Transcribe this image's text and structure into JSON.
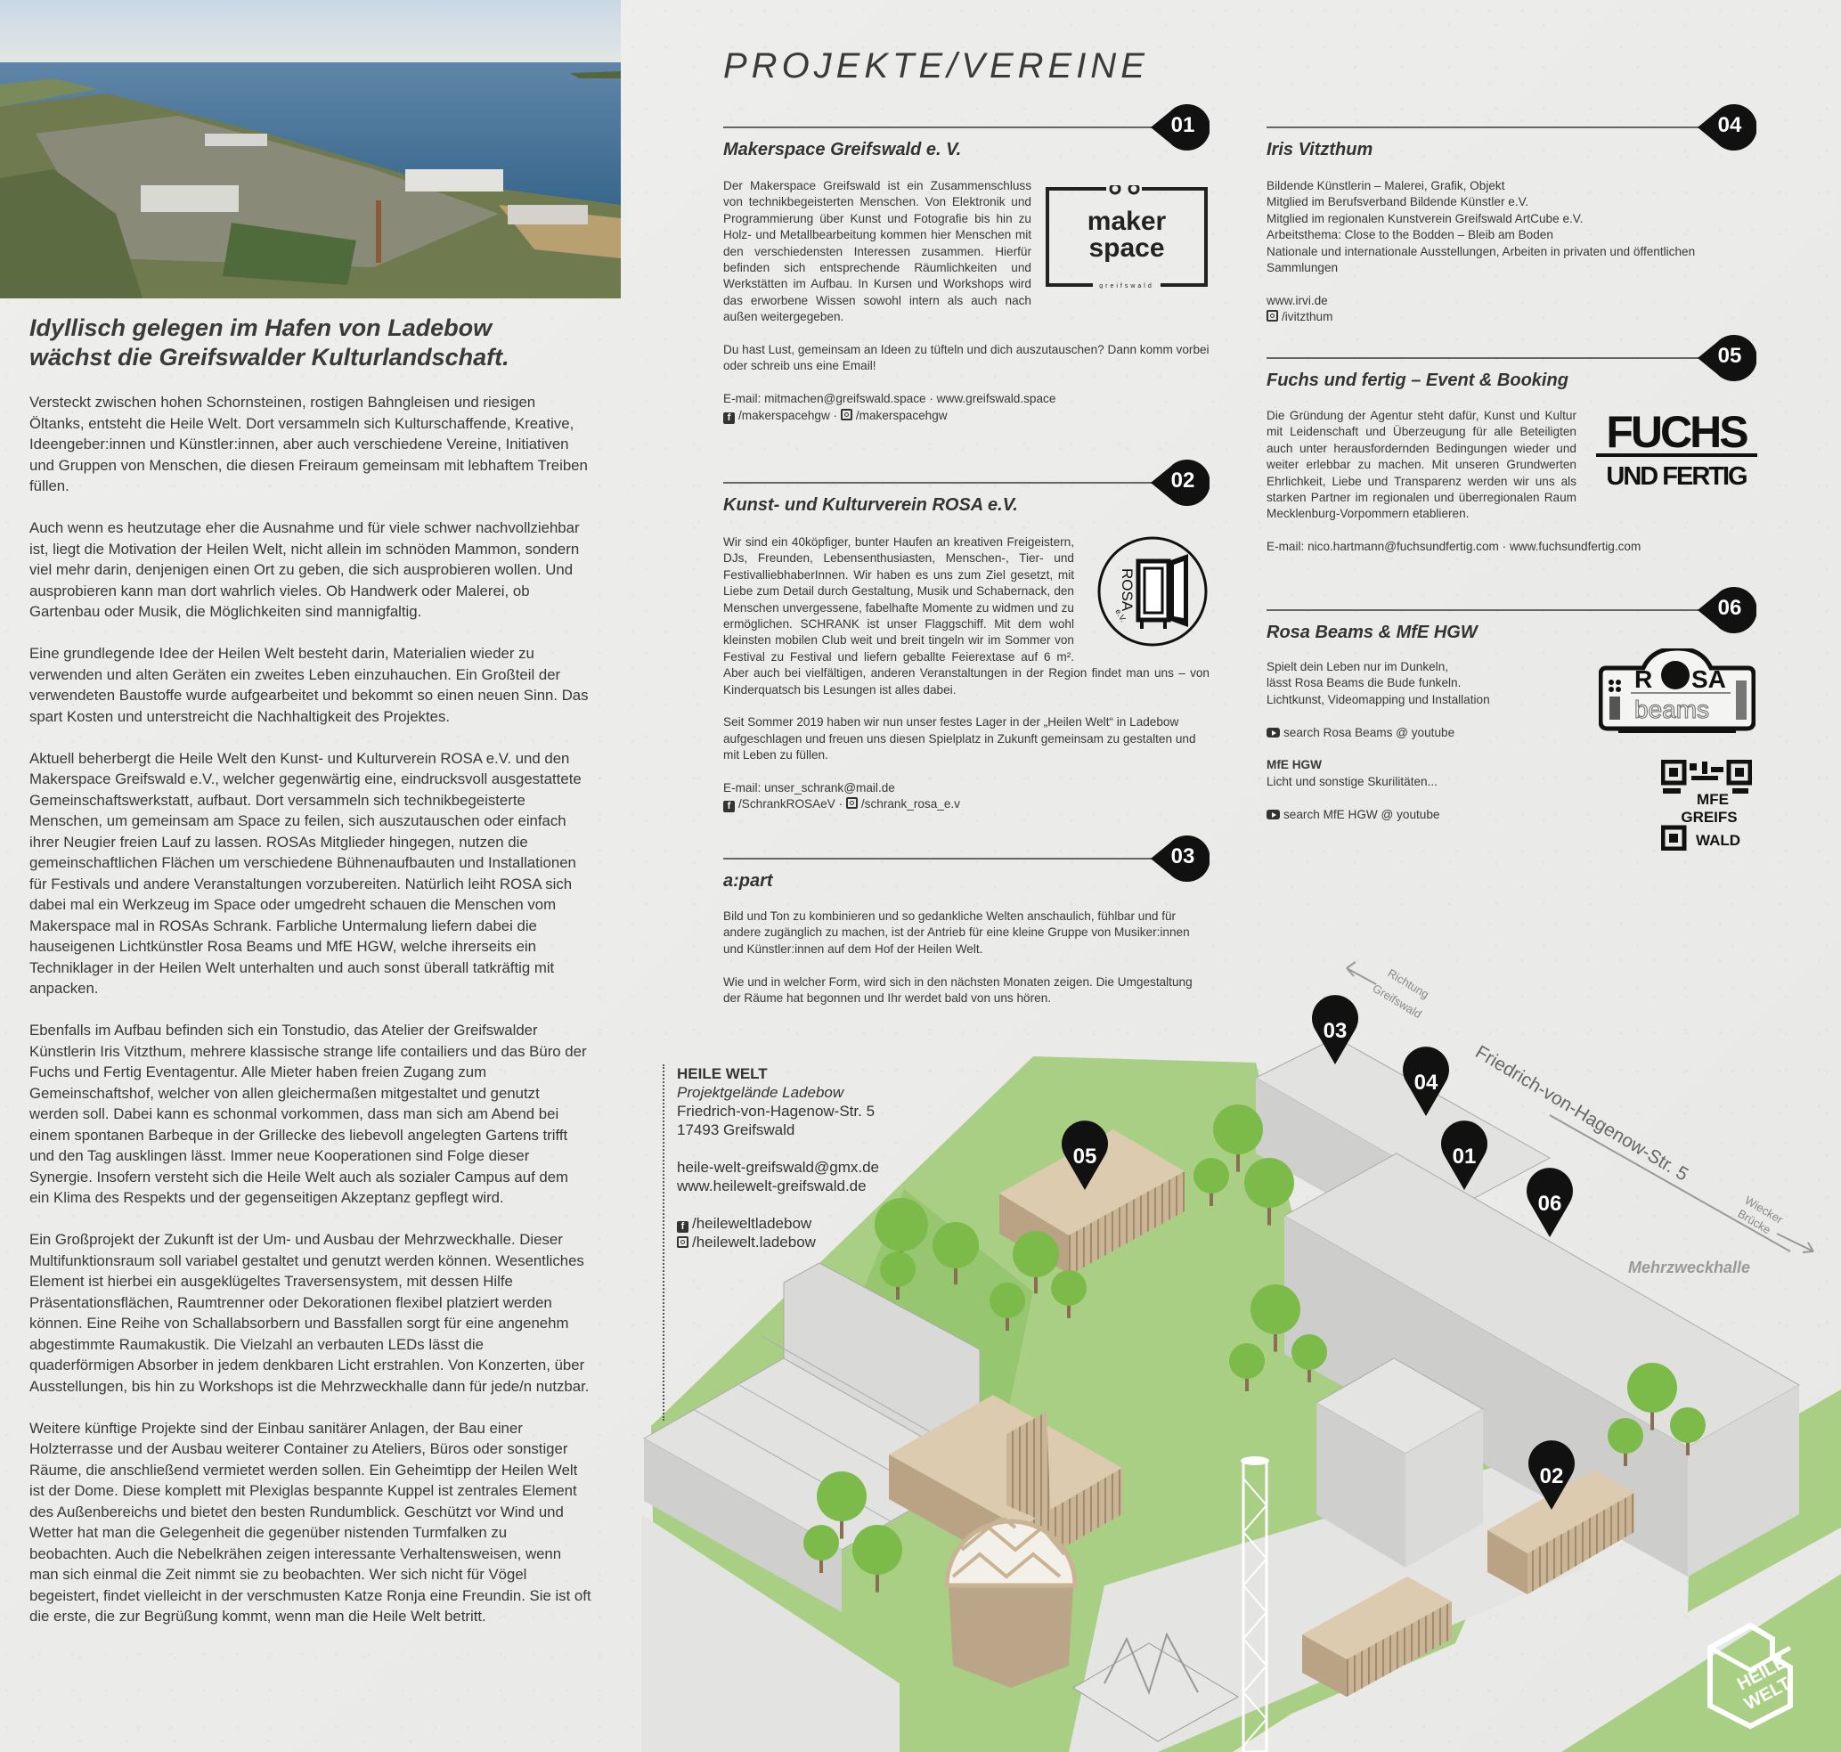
{
  "intro": {
    "headline_line1": "Idyllisch gelegen im Hafen von Ladebow",
    "headline_line2": "wächst die Greifswalder Kulturlandschaft.",
    "paragraphs": [
      "Versteckt zwischen hohen Schornsteinen, rostigen Bahngleisen und riesigen Öltanks, entsteht die Heile Welt. Dort versammeln sich Kulturschaffende, Kreative, Ideengeber:innen und Künstler:innen, aber auch verschiedene Vereine, Initiativen und Gruppen von Menschen, die diesen Freiraum gemeinsam mit lebhaftem Treiben füllen.",
      "Auch wenn es heutzutage eher die Ausnahme und für viele schwer nachvollziehbar ist, liegt die Motivation der Heilen Welt, nicht allein im schnöden Mammon, sondern viel mehr darin, denjenigen einen Ort zu geben, die sich ausprobieren wollen. Und ausprobieren kann man dort wahrlich vieles. Ob Handwerk oder Malerei, ob Gartenbau oder Musik, die Möglichkeiten sind mannigfaltig.",
      "Eine grundlegende Idee der Heilen Welt besteht darin, Materialien wieder zu verwenden und alten Geräten ein zweites Leben einzuhauchen. Ein Großteil der verwendeten Baustoffe wurde aufgearbeitet und bekommt so einen neuen Sinn. Das spart Kosten und unterstreicht die Nachhaltigkeit des Projektes.",
      "Aktuell beherbergt die Heile Welt den Kunst- und Kulturverein ROSA e.V. und den Makerspace Greifswald e.V., welcher gegenwärtig eine, eindrucksvoll ausgestattete Gemeinschaftswerkstatt, aufbaut. Dort versammeln sich technikbegeisterte Menschen, um gemeinsam am Space zu feilen, sich auszutauschen oder einfach ihrer Neugier freien Lauf zu lassen. ROSAs Mitglieder hingegen, nutzen die gemeinschaftlichen Flächen um verschiedene Bühnenaufbauten und Installationen für Festivals und andere Veranstaltungen vorzubereiten. Natürlich leiht ROSA sich dabei mal ein Werkzeug im Space oder umgedreht schauen die Menschen vom Makerspace mal in ROSAs Schrank. Farbliche Untermalung liefern dabei die hauseigenen Lichtkünstler Rosa Beams und MfE HGW, welche ihrerseits ein Techniklager in der Heilen Welt unterhalten und auch sonst überall tatkräftig mit anpacken.",
      "Ebenfalls im Aufbau befinden sich ein Tonstudio, das Atelier der Greifswalder Künstlerin Iris Vitzthum, mehrere klassische strange life contailiers und das Büro der Fuchs und Fertig Eventagentur. Alle Mieter haben freien Zugang zum Gemeinschaftshof, welcher von allen gleichermaßen mitgestaltet und genutzt werden soll. Dabei kann es schonmal vorkommen, dass man sich am Abend bei einem spontanen Barbeque in der Grillecke des liebevoll angelegten Gartens trifft und den Tag ausklingen lässt. Immer neue Kooperationen sind Folge dieser Synergie. Insofern versteht sich die Heile Welt auch als sozialer Campus auf dem ein Klima des Respekts und der gegenseitigen Akzeptanz gepflegt wird.",
      "Ein Großprojekt der Zukunft ist der Um- und Ausbau der Mehrzweckhalle. Dieser Multifunktionsraum soll variabel gestaltet und genutzt werden können. Wesentliches Element ist hierbei ein ausgeklügeltes Traversensystem, mit dessen Hilfe Präsentationsflächen, Raumtrenner oder Dekorationen flexibel platziert werden können. Eine Reihe von Schallabsorbern und Bassfallen sorgt für eine angenehm abgestimmte Raumakustik. Die Vielzahl an verbauten LEDs lässt die quaderförmigen Absorber in jedem denkbaren Licht erstrahlen. Von Konzerten, über Ausstellungen, bis hin zu Workshops ist die Mehrzweckhalle dann für jede/n nutzbar.",
      "Weitere künftige Projekte sind der Einbau sanitärer Anlagen, der Bau einer Holzterrasse und der Ausbau weiterer Container zu Ateliers, Büros oder sonstiger Räume, die anschließend vermietet werden sollen. Ein Geheimtipp der Heilen Welt ist der Dome. Diese komplett mit Plexiglas bespannte Kuppel ist zentrales Element des Außenbereichs und bietet den besten Rundumblick. Geschützt vor Wind und Wetter hat man die Gelegenheit die gegenüber nistenden Turmfalken zu beobachten. Auch die Nebelkrähen zeigen interessante Verhaltensweisen, wenn man sich einmal die Zeit nimmt sie zu beobachten. Wer sich nicht für Vögel begeistert, findet vielleicht in der verschmusten Katze Ronja eine Freundin. Sie ist oft die erste, die zur Begrüßung kommt, wenn man die Heile Welt betritt."
    ]
  },
  "projects_title": "PROJEKTE/VEREINE",
  "projects": [
    {
      "number": "01",
      "title": "Makerspace Greifswald e. V.",
      "logo_text": [
        "maker",
        "space",
        "greifswald"
      ],
      "paragraphs": [
        "Der Makerspace Greifswald ist ein Zusammenschluss von technikbegeisterten Menschen. Von Elektronik und Programmierung über Kunst und Fotografie bis hin zu Holz- und Metallbearbeitung kommen hier Menschen mit den verschiedensten Interessen zusammen. Hierfür befinden sich entsprechende Räumlichkeiten und Werkstätten im Aufbau. In Kursen und Workshops wird das erworbene Wissen sowohl intern als auch nach außen weitergegeben.",
        "Du hast Lust, gemeinsam an Ideen zu tüfteln und dich auszutauschen? Dann komm vorbei oder schreib uns eine Email!"
      ],
      "contact": "E-mail: mitmachen@greifswald.space · www.greifswald.space",
      "facebook": "/makerspacehgw",
      "instagram": "/makerspacehgw"
    },
    {
      "number": "02",
      "title": "Kunst- und Kulturverein ROSA e.V.",
      "logo_text": [
        "ROSA",
        "e.V."
      ],
      "paragraphs": [
        "Wir sind ein 40köpfiger, bunter Haufen an kreativen Freigeistern, DJs, Freunden, Lebensenthusiasten, Menschen-, Tier- und FestivalliebhaberInnen. Wir haben es uns zum Ziel gesetzt, mit Liebe zum Detail durch Gestaltung, Musik und Schabernack, den Menschen unvergessene, fabelhafte Momente zu widmen und zu ermöglichen. SCHRANK ist unser Flaggschiff. Mit dem wohl kleinsten mobilen Club weit und breit tingeln wir im Sommer von Festival zu Festival und liefern geballte Feierextase auf 6 m². Aber auch bei vielfältigen, anderen Veranstaltungen in der Region findet man uns – von Kinderquatsch bis Lesungen ist alles dabei.",
        "Seit Sommer 2019 haben wir nun unser festes Lager in der „Heilen Welt“ in Ladebow aufgeschlagen und freuen uns diesen Spielplatz in Zukunft gemeinsam zu gestalten und mit Leben zu füllen."
      ],
      "contact": "E-mail: unser_schrank@mail.de",
      "facebook": "/SchrankROSAeV",
      "instagram": "/schrank_rosa_e.v"
    },
    {
      "number": "03",
      "title": "a:part",
      "paragraphs": [
        "Bild und Ton zu kombinieren und so gedankliche Welten anschaulich, fühlbar und für andere zugänglich zu machen, ist der Antrieb für eine kleine Gruppe von Musiker:innen und Künstler:innen auf dem Hof der Heilen Welt.",
        "Wie und in welcher Form, wird sich in den nächsten Monaten zeigen. Die Umgestaltung der Räume hat begonnen und Ihr werdet bald von uns hören."
      ]
    },
    {
      "number": "04",
      "title": "Iris Vitzthum",
      "lines": [
        "Bildende Künstlerin – Malerei, Grafik, Objekt",
        "Mitglied im Berufsverband Bildende Künstler e.V.",
        "Mitglied im regionalen Kunstverein Greifswald ArtCube e.V.",
        "Arbeitsthema: Close to the Bodden – Bleib am Boden",
        "Nationale und internationale Ausstellungen, Arbeiten in privaten und öffentlichen Sammlungen"
      ],
      "website": "www.irvi.de",
      "instagram": "/ivitzthum"
    },
    {
      "number": "05",
      "title": "Fuchs und fertig – Event & Booking",
      "logo_text": [
        "FUCHS",
        "UND FERTIG"
      ],
      "paragraphs": [
        "Die Gründung der Agentur steht dafür, Kunst und Kultur mit Leidenschaft und Überzeugung für alle Beteiligten auch unter herausfordernden Bedingungen wieder und weiter erlebbar zu machen. Mit unseren Grundwerten Ehrlichkeit, Liebe und Transparenz werden wir uns als starken Partner im regionalen und überregionalen Raum Mecklenburg-Vorpommern etablieren."
      ],
      "contact": "E-mail: nico.hartmann@fuchsundfertig.com · www.fuchsundfertig.com"
    },
    {
      "number": "06",
      "title": "Rosa Beams & MfE HGW",
      "logo_text": [
        "R",
        "SA",
        "beams"
      ],
      "qr_text": [
        "MFE",
        "GREIFS",
        "WALD"
      ],
      "lines": [
        "Spielt dein Leben nur im Dunkeln,",
        "lässt Rosa Beams die Bude funkeln.",
        "Lichtkunst, Videomapping und Installation"
      ],
      "youtube1": "search Rosa Beams @ youtube",
      "sub_title": "MfE HGW",
      "sub_text": "Licht und sonstige Skurilitäten...",
      "youtube2": "search MfE HGW @ youtube"
    }
  ],
  "address": {
    "name": "HEILE WELT",
    "subtitle": "Projektgelände Ladebow",
    "street": "Friedrich-von-Hagenow-Str. 5",
    "city": "17493 Greifswald",
    "email": "heile-welt-greifswald@gmx.de",
    "website": "www.heilewelt-greifswald.de",
    "facebook": "/heileweltladebow",
    "instagram": "/heilewelt.ladebow"
  },
  "map": {
    "street_label": "Friedrich-von-Hagenow-Str. 5",
    "direction_left": [
      "Richtung",
      "Greifswald"
    ],
    "direction_right": [
      "Wiecker",
      "Brücke"
    ],
    "hall_label": "Mehrzweckhalle",
    "pins": [
      "03",
      "04",
      "01",
      "06",
      "05",
      "02"
    ],
    "logo_text": [
      "HEILE",
      "WELT"
    ]
  },
  "colors": {
    "paper": "#ebebea",
    "text": "#333333",
    "grass": "#a9cf84",
    "grass_dark": "#8cbf63",
    "tree": "#7cba4a",
    "building": "#dcdcdc",
    "container": "#cfbc9d",
    "pin": "#111111"
  }
}
